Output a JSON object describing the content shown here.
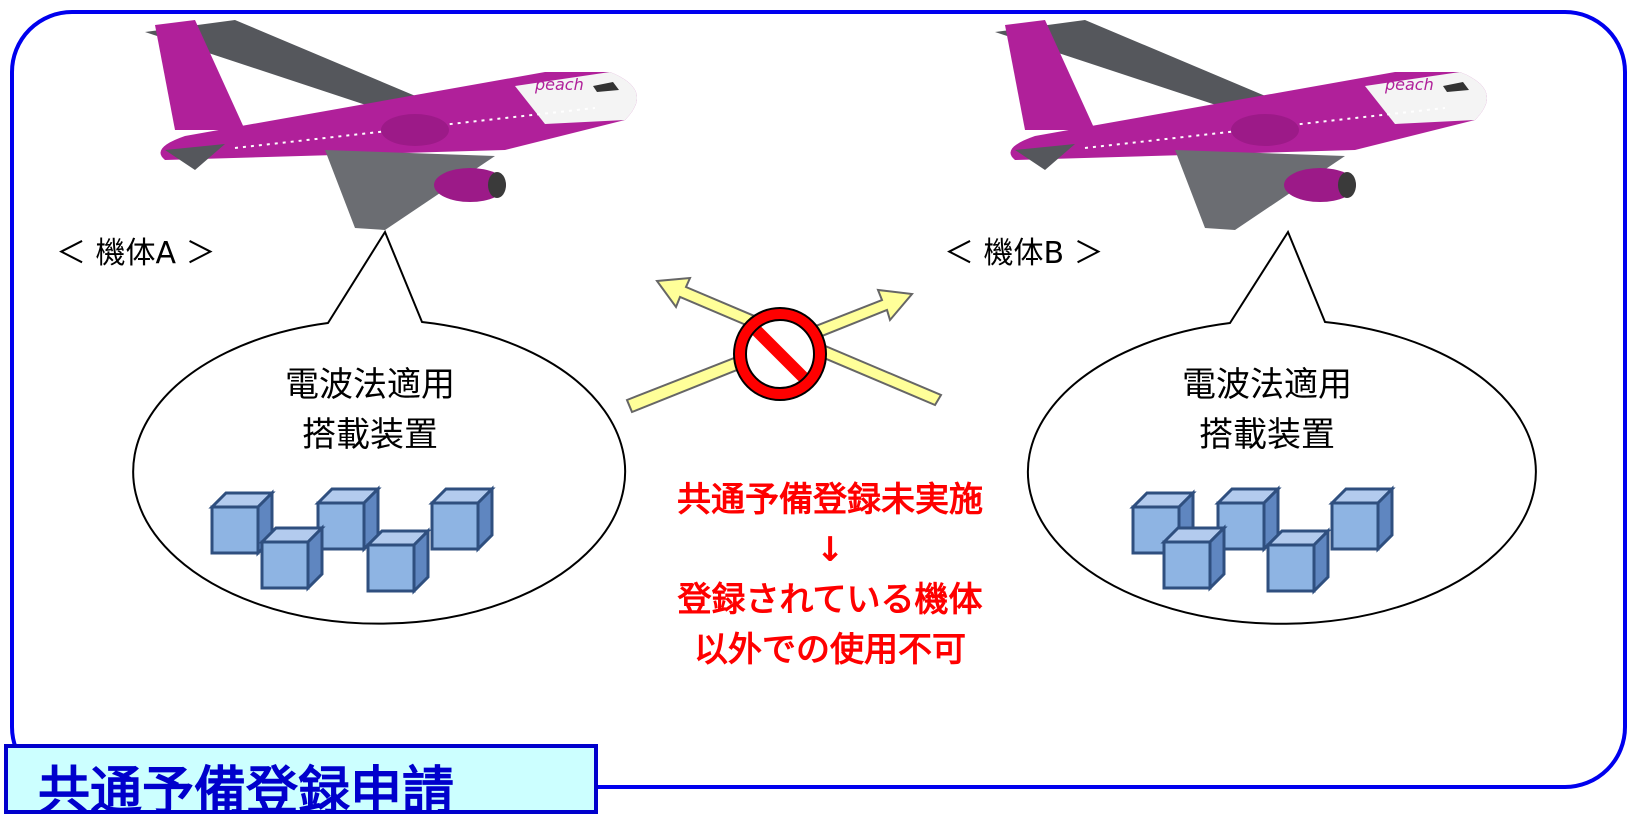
{
  "aircraft_a": {
    "label": "＜ 機体A ＞",
    "livery_text": "peach",
    "equipment_line1": "電波法適用",
    "equipment_line2": "搭載装置"
  },
  "aircraft_b": {
    "label": "＜ 機体B ＞",
    "livery_text": "peach",
    "equipment_line1": "電波法適用",
    "equipment_line2": "搭載装置"
  },
  "warning": {
    "line1": "共通予備登録未実施",
    "arrow": "↓",
    "line2": "登録されている機体",
    "line3": "以外での使用不可"
  },
  "title": "共通予備登録申請",
  "colors": {
    "frame_border": "#0000ee",
    "title_fill": "#ccffff",
    "title_text": "#0000cc",
    "warning_text": "#ff0000",
    "aircraft_livery": "#b0209a",
    "cube_fill": "#8eb4e3",
    "cube_stroke": "#2f4f7f",
    "transfer_arrow_fill": "#ffff99",
    "prohibit_red": "#ff0000"
  },
  "icons": [
    "airplane-icon",
    "cube-icon",
    "prohibited-icon",
    "double-arrow-icon"
  ]
}
